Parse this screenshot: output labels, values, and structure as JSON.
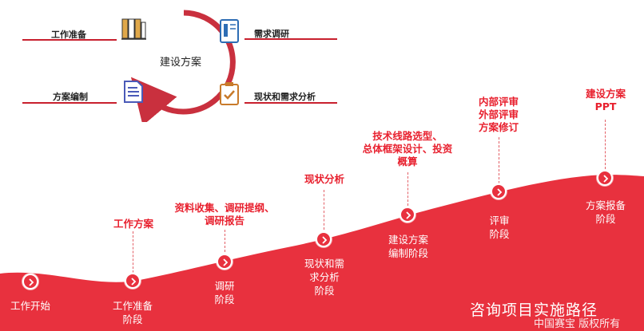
{
  "cycle": {
    "center": "建设方案",
    "items": [
      {
        "label": "工作准备",
        "icon": "binders-icon"
      },
      {
        "label": "需求调研",
        "icon": "notebook-icon"
      },
      {
        "label": "方案编制",
        "icon": "document-icon"
      },
      {
        "label": "现状和需求分析",
        "icon": "clipboard-check-icon"
      }
    ]
  },
  "route": {
    "title": "咨询项目实施路径",
    "watermark": "中国赛宝 版权所有",
    "stages": [
      {
        "stage": "工作开始",
        "task": ""
      },
      {
        "stage": "工作准备\n阶段",
        "task": "工作方案"
      },
      {
        "stage": "调研\n阶段",
        "task": "资料收集、调研提纲、\n调研报告"
      },
      {
        "stage": "现状和需\n求分析\n阶段",
        "task": "现状分析"
      },
      {
        "stage": "建设方案\n编制阶段",
        "task": "技术线路选型、\n总体框架设计、投资\n概算"
      },
      {
        "stage": "评审\n阶段",
        "task": "内部评审\n外部评审\n方案修订"
      },
      {
        "stage": "方案报备\n阶段",
        "task": "建设方案\nPPT"
      }
    ]
  },
  "colors": {
    "accent": "#e8313e",
    "cycle_ring": "#c9303e",
    "line": "#c8202e"
  }
}
